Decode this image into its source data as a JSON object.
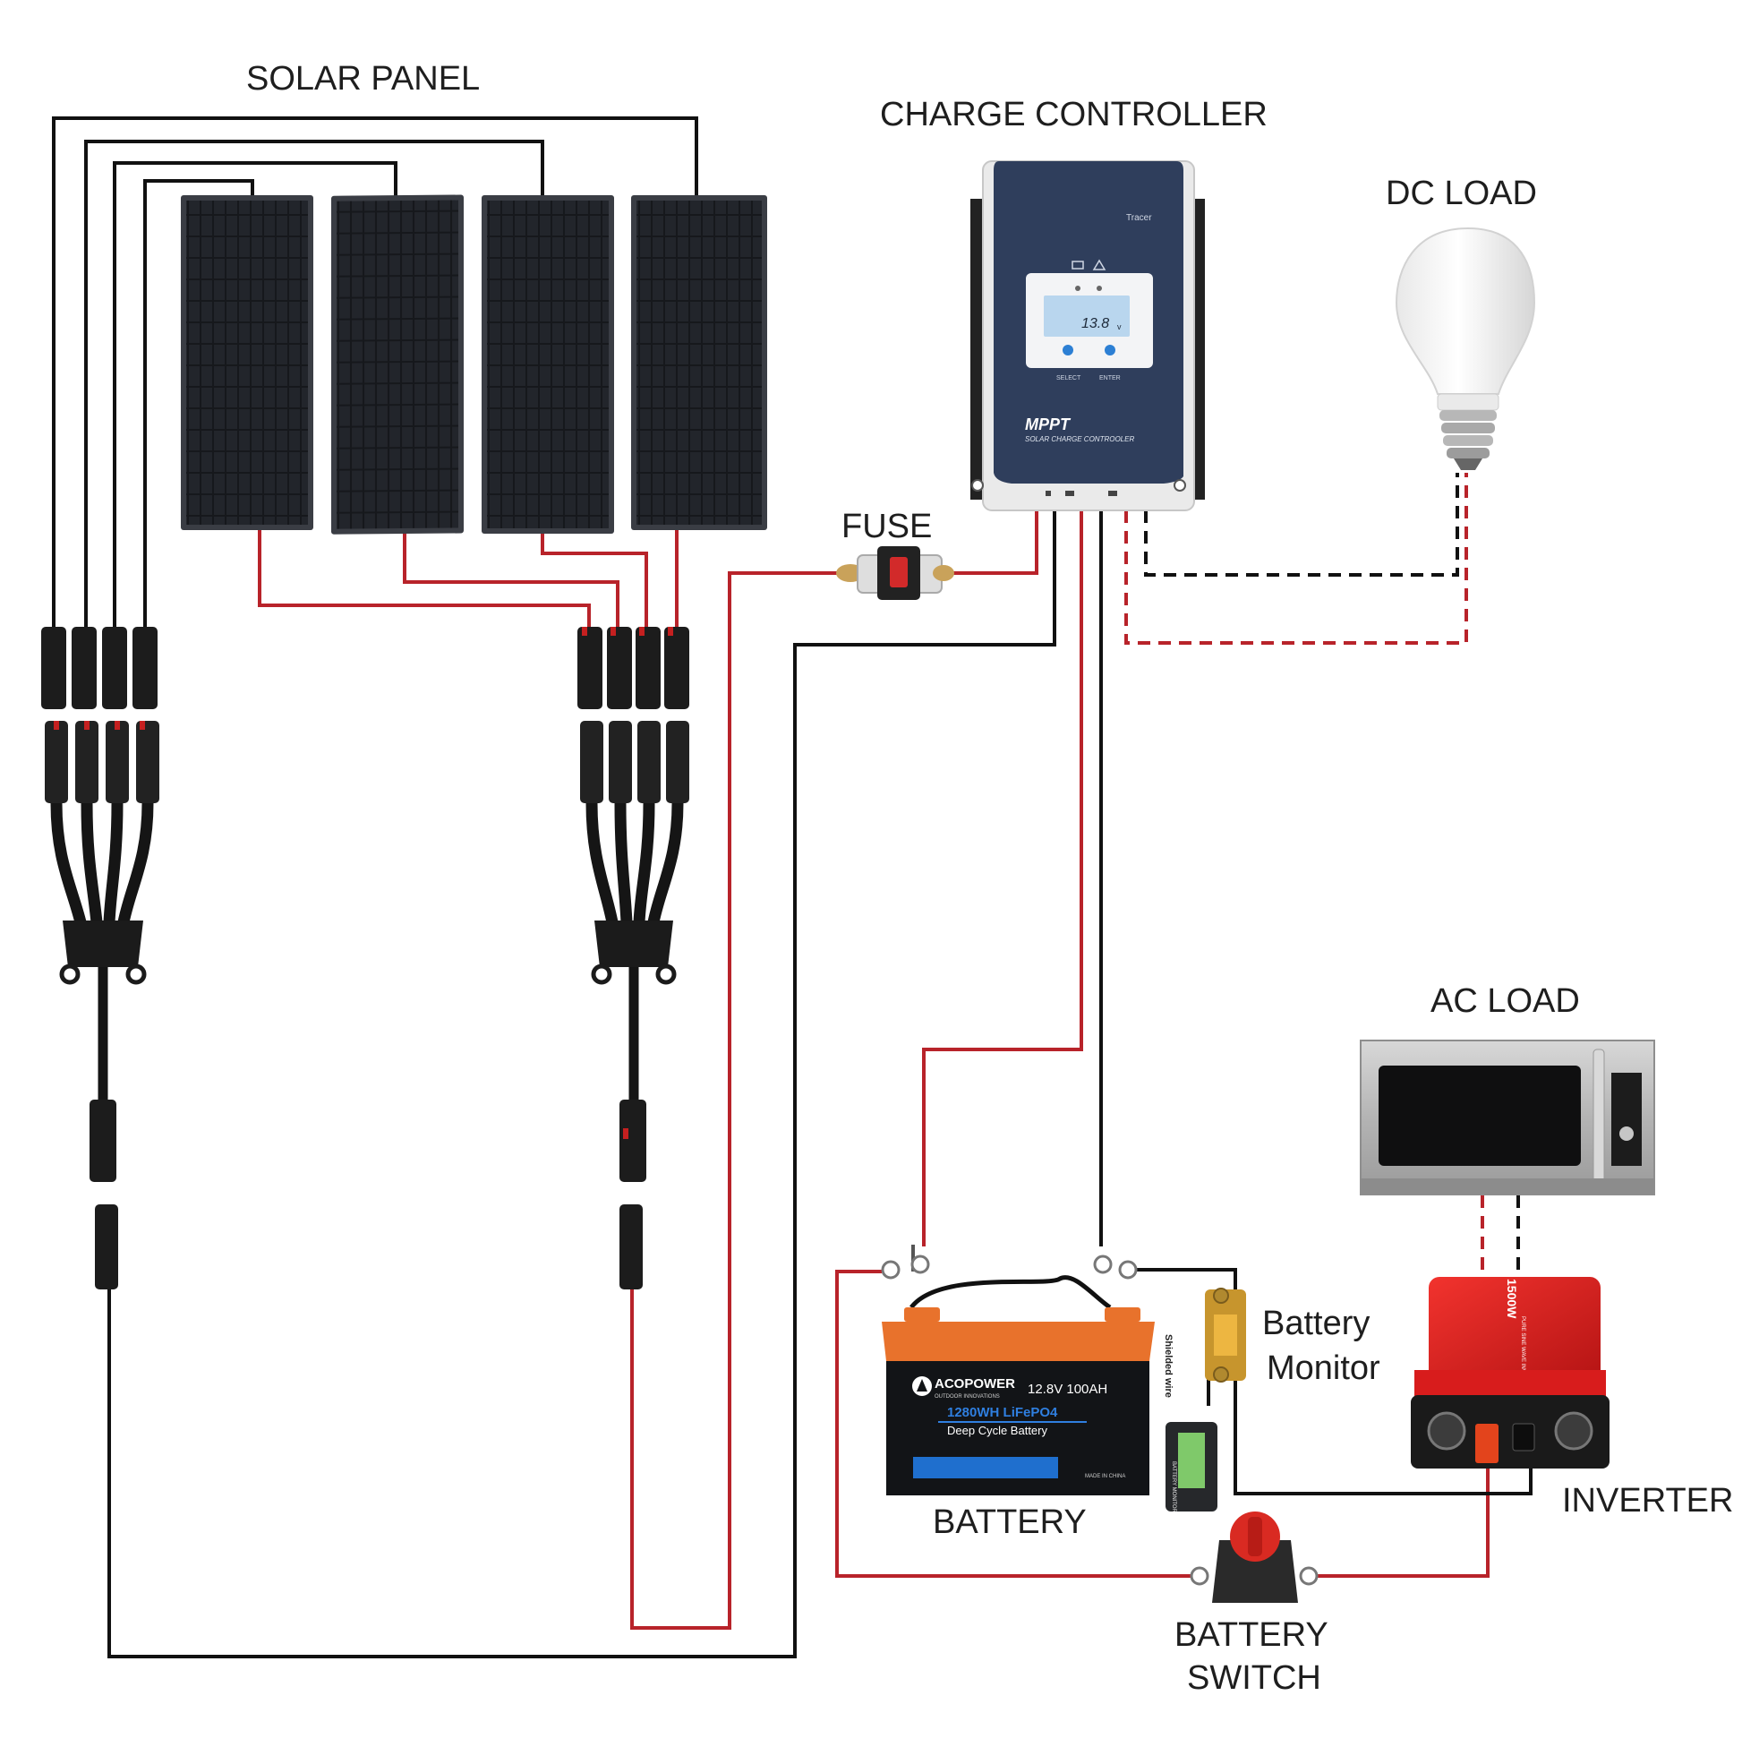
{
  "labels": {
    "solar_panel": "SOLAR PANEL",
    "charge_controller": "CHARGE CONTROLLER",
    "dc_load": "DC LOAD",
    "fuse": "FUSE",
    "ac_load": "AC LOAD",
    "battery_monitor_line1": "Battery",
    "battery_monitor_line2": "Monitor",
    "inverter": "INVERTER",
    "battery": "BATTERY",
    "battery_switch_line1": "BATTERY",
    "battery_switch_line2": "SWITCH"
  },
  "controller": {
    "brand": "Tracer",
    "display_value": "13.8",
    "btn_select": "SELECT",
    "btn_enter": "ENTER",
    "model": "MPPT",
    "model_sub": "SOLAR CHARGE CONTROOLER"
  },
  "battery": {
    "brand": "ACOPOWER",
    "brand_sub": "OUTDOOR INNOVATIONS",
    "spec": "12.8V  100AH",
    "capacity": "1280WH LiFePO4",
    "type": "Deep Cycle Battery",
    "origin": "MADE IN CHINA"
  },
  "battery_monitor": {
    "wire_label": "Shielded wire",
    "device_label": "BATTERY MONITOR"
  },
  "inverter": {
    "rating": "1500W",
    "rating_sub": "PURE SINE WAVE INVERTER"
  },
  "colors": {
    "positive_wire": "#b8232a",
    "negative_wire": "#111111",
    "controller_face": "#2f3e5c",
    "battery_top": "#e8722c",
    "inverter_body": "#e0201e"
  }
}
